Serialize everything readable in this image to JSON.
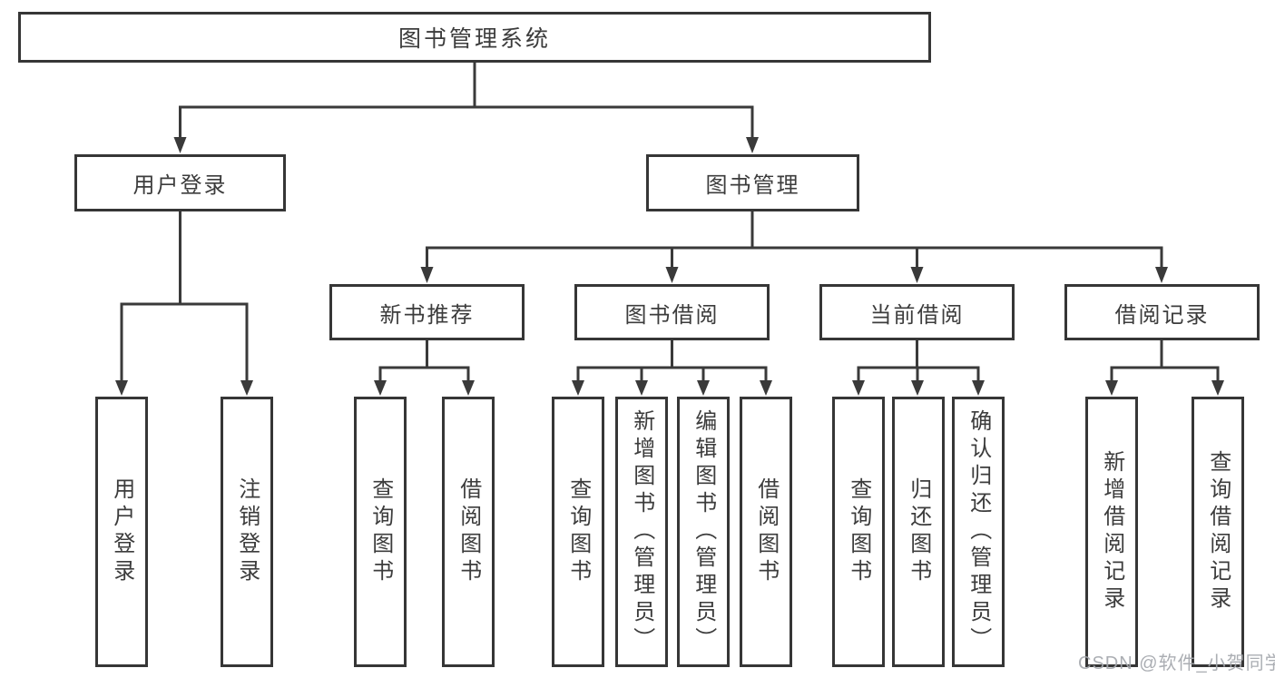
{
  "tree": {
    "root": {
      "label": "图书管理系统"
    },
    "branches": [
      {
        "label": "用户登录",
        "children": [
          "用户登录",
          "注销登录"
        ]
      },
      {
        "label": "图书管理",
        "groups": [
          {
            "label": "新书推荐",
            "children": [
              "查询图书",
              "借阅图书"
            ]
          },
          {
            "label": "图书借阅",
            "children": [
              "查询图书",
              "新增图书（管理员）",
              "编辑图书（管理员）",
              "借阅图书"
            ]
          },
          {
            "label": "当前借阅",
            "children": [
              "查询图书",
              "归还图书",
              "确认归还（管理员）"
            ]
          },
          {
            "label": "借阅记录",
            "children": [
              "新增借阅记录",
              "查询借阅记录"
            ]
          }
        ]
      }
    ]
  },
  "watermark": {
    "text": "CSDN @软件_小贺同学",
    "color": "#a4a7ac"
  },
  "colors": {
    "line": "#3a3a3a",
    "box_border": "#363636",
    "text": "#3c3c3c",
    "background": "#ffffff"
  }
}
